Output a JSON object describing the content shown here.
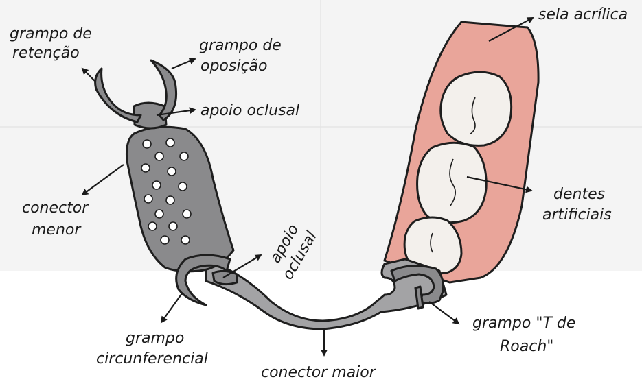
{
  "labels": {
    "grampo_retencao": [
      "grampo de",
      "retenção"
    ],
    "grampo_oposicao": [
      "grampo de",
      "oposição"
    ],
    "apoio_oclusal_top": [
      "apoio oclusal"
    ],
    "sela_acrilica": [
      "sela acrílica"
    ],
    "conector_menor": [
      "conector",
      "menor"
    ],
    "dentes_artificiais": [
      "dentes",
      "artificiais"
    ],
    "apoio_oclusal_mid": [
      "apoio",
      "oclusal"
    ],
    "grampo_t_roach": [
      "grampo \"T de",
      "Roach\""
    ],
    "grampo_circunferencial": [
      "grampo",
      "circunferencial"
    ],
    "conector_maior": [
      "conector maior"
    ]
  },
  "colors": {
    "metal": "#8a8a8c",
    "saddle": "#e9a59a",
    "tooth": "#f3f0ec",
    "ink": "#1a1a1a"
  }
}
